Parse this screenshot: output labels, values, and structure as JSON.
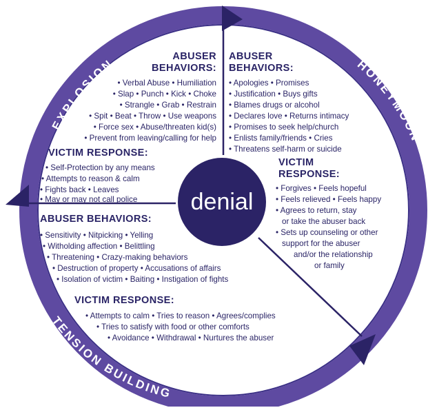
{
  "center": {
    "label": "denial"
  },
  "ring": {
    "color": "#5e4aa1",
    "dark": "#2b2366",
    "labels": {
      "explosion": "EXPLOSION",
      "honeymoon": "HONEYMOON",
      "tension": "TENSION BUILDING"
    }
  },
  "explosion": {
    "abuser_heading": [
      "ABUSER",
      "BEHAVIORS:"
    ],
    "abuser_items": [
      "• Verbal Abuse • Humiliation",
      "• Slap • Punch • Kick • Choke",
      "• Strangle • Grab • Restrain",
      "• Spit • Beat • Throw • Use weapons",
      "• Force sex • Abuse/threaten kid(s)",
      "• Prevent from leaving/calling for help"
    ],
    "victim_heading": "VICTIM RESPONSE:",
    "victim_items": [
      "• Self-Protection by any means",
      "• Attempts to reason & calm",
      "• Fights back • Leaves",
      "• May or may not call police"
    ]
  },
  "honeymoon": {
    "abuser_heading": [
      "ABUSER",
      "BEHAVIORS:"
    ],
    "abuser_items": [
      "• Apologies • Promises",
      "• Justification • Buys gifts",
      "• Blames drugs or alcohol",
      "• Declares love • Returns intimacy",
      "• Promises to seek help/church",
      "• Enlists family/friends • Cries",
      "• Threatens self-harm or suicide"
    ],
    "victim_heading": [
      "VICTIM",
      "RESPONSE:"
    ],
    "victim_items": [
      "• Forgives • Feels hopeful",
      "• Feels relieved • Feels happy",
      "• Agrees to return, stay",
      "or take the abuser back",
      "• Sets up counseling or other",
      "support for the abuser",
      "and/or the relationship",
      "or family"
    ]
  },
  "tension": {
    "abuser_heading": "ABUSER BEHAVIORS:",
    "abuser_items": [
      "• Sensitivity • Nitpicking • Yelling",
      "• Witholding affection • Belittling",
      "• Threatening • Crazy-making behaviors",
      "• Destruction of property • Accusations of affairs",
      "• Isolation of victim • Baiting • Instigation of fights"
    ],
    "victim_heading": "VICTIM RESPONSE:",
    "victim_items": [
      "• Attempts to calm • Tries to reason • Agrees/complies",
      "• Tries to satisfy with food or other comforts",
      "• Avoidance • Withdrawal • Nurtures the abuser"
    ]
  }
}
